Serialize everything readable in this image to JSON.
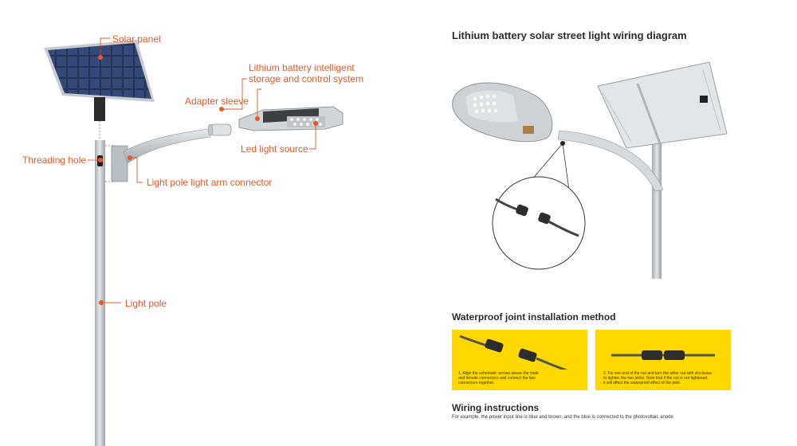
{
  "colors": {
    "accent": "#e8572a",
    "yellow": "#ffd800",
    "heading": "#2b2b2b",
    "text": "#333333",
    "pole": "#c8ccd0",
    "panel_blue": "#2a3b63"
  },
  "left_diagram": {
    "labels": {
      "solar_panel": "Solar panel",
      "lithium_line1": "Lithium battery intelligent",
      "lithium_line2": "storage and control system",
      "adapter_sleeve": "Adapter sleeve",
      "led_light_source": "Led light source",
      "threading_hole": "Threading hole",
      "arm_connector": "Light pole light arm connector",
      "light_pole": "Light pole"
    }
  },
  "right": {
    "wiring_diagram_title": "Lithium battery solar street light wiring diagram",
    "waterproof_title": "Waterproof joint installation method",
    "step1_line1": "1. Align the schematic arrows above the male",
    "step1_line2": "and female connectors and connect the two",
    "step1_line3": "connectors together.",
    "step2_line1": "2. Fix one end of the nut and turn the other nut with clockwise",
    "step2_line2": "to tighten the two joints. Note that if the nut is not tightened,",
    "step2_line3": "it will affect the waterproof effect of the joint.",
    "wiring_title": "Wiring instructions",
    "wiring_text": "For example, the power input line is blue and brown, and the blue is connected to the photovoltaic anode"
  }
}
